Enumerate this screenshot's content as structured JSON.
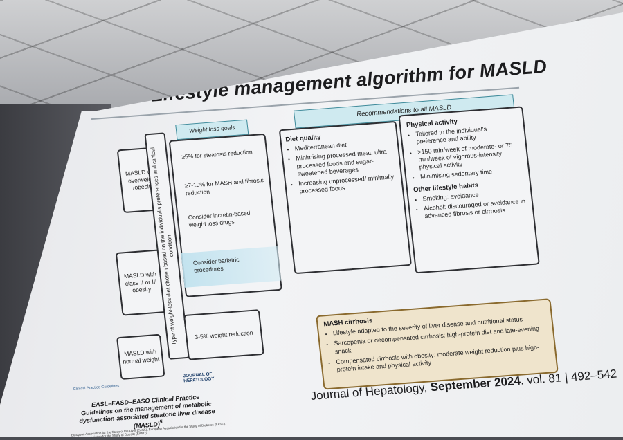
{
  "slide": {
    "title": "Lifestyle management algorithm for MASLD",
    "patients": [
      "MASLD with overweight /obesity",
      "MASLD with class II or III obesity",
      "MASLD with normal weight"
    ],
    "vertical_label": "Type of weight-loss diet chosen based on the individual's preferences and clinical condition",
    "weight_loss": {
      "header": "Weight loss goals",
      "items": [
        "≥5% for steatosis reduction",
        "≥7-10% for MASH and fibrosis reduction",
        "Consider incretin-based weight loss drugs",
        "Consider bariatric procedures"
      ],
      "normal_weight_goal": "3-5% weight reduction"
    },
    "recommendations": {
      "header": "Recommendations to all MASLD",
      "diet_quality": {
        "title": "Diet quality",
        "items": [
          "Mediterranean diet",
          "Minimising processed meat, ultra-processed foods and sugar-sweetened beverages",
          "Increasing unprocessed/ minimally processed foods"
        ]
      },
      "physical_activity": {
        "title": "Physical activity",
        "items": [
          "Tailored to the individual's preference and ability",
          ">150 min/week of moderate- or 75 min/week of vigorous-intensity physical activity",
          "Minimising sedentary time"
        ]
      },
      "other_habits": {
        "title": "Other lifestyle habits",
        "items": [
          "Smoking: avoidance",
          "Alcohol: discouraged or avoidance in advanced fibrosis or cirrhosis"
        ]
      }
    },
    "mash_cirrhosis": {
      "title": "MASH cirrhosis",
      "items": [
        "Lifestyle adapted to the severity of liver disease and nutritional status",
        "Sarcopenia or decompensated cirrhosis: high-protein diet and late-evening snack",
        "Compensated cirrhosis with obesity: moderate weight reduction plus high-protein intake and physical activity"
      ]
    },
    "footer": {
      "cpg_logo": "Clinical Practice Guidelines",
      "journal_logo": "JOURNAL OF HEPATOLOGY",
      "citation": "EASL–EASD–EASO Clinical Practice Guidelines on the management of metabolic dysfunction-associated steatotic liver disease (MASLD)",
      "citation_sup": "5",
      "tiny_note": "European Association for the Study of the Liver (EASL), European Association for the Study of Diabetes (EASD), European Association for the Study of Obesity (EASO)",
      "journal_name": "Journal of Hepatology,",
      "journal_date": "September 2024",
      "journal_vol": ". vol. 81 | 492–542"
    }
  }
}
